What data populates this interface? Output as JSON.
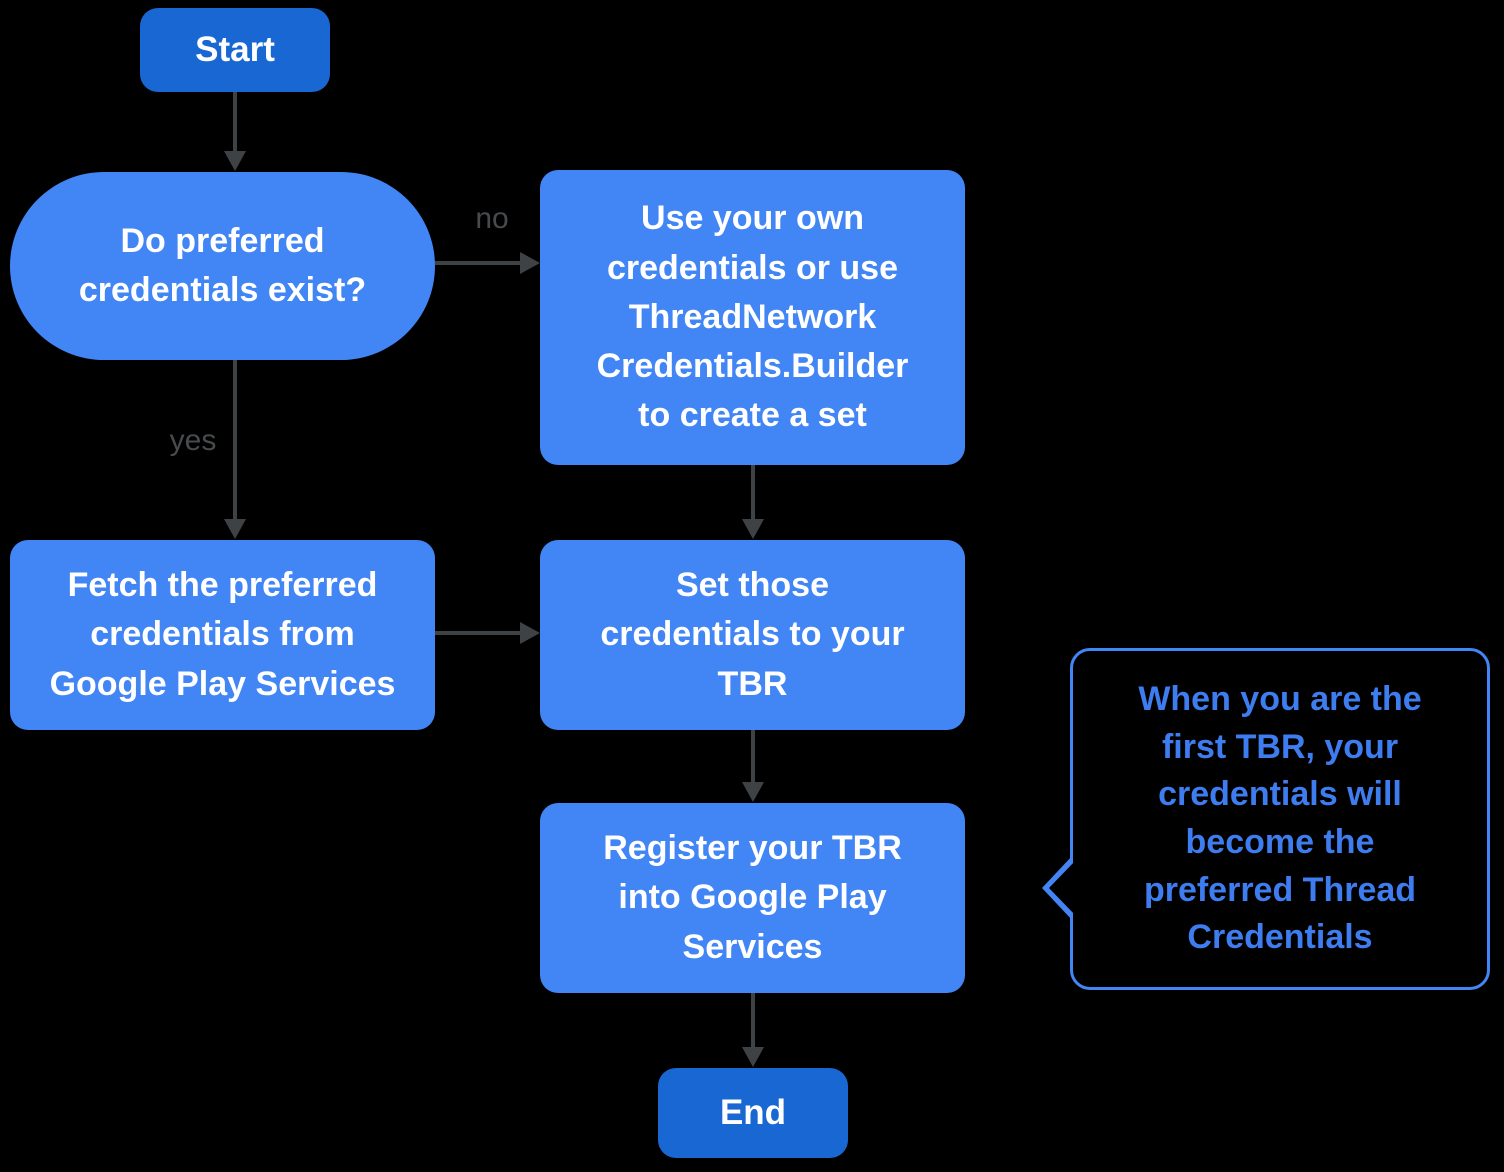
{
  "diagram": {
    "title": "Thread credentials registration flowchart",
    "colors": {
      "background": "#000000",
      "process_fill": "#4285F4",
      "terminal_fill": "#1967D2",
      "node_text": "#FFFFFF",
      "arrow": "#3F4245",
      "edge_label_text": "#474B4E",
      "callout_border": "#4285F4",
      "callout_text": "#3E7DF0"
    },
    "nodes": {
      "start": {
        "label": "Start"
      },
      "decision": {
        "label": "Do preferred\ncredentials exist?"
      },
      "use_own": {
        "label": "Use your own\ncredentials or use\nThreadNetwork\nCredentials.Builder\nto create a set"
      },
      "fetch": {
        "label": "Fetch the preferred\ncredentials from\nGoogle Play Services"
      },
      "set_credentials": {
        "label": "Set those\ncredentials to your\nTBR"
      },
      "register": {
        "label": "Register your TBR\ninto Google Play\nServices"
      },
      "end": {
        "label": "End"
      }
    },
    "edge_labels": {
      "no": "no",
      "yes": "yes"
    },
    "callout": {
      "text": "When you are the\nfirst TBR, your\ncredentials will\nbecome the\npreferred Thread\nCredentials"
    }
  }
}
